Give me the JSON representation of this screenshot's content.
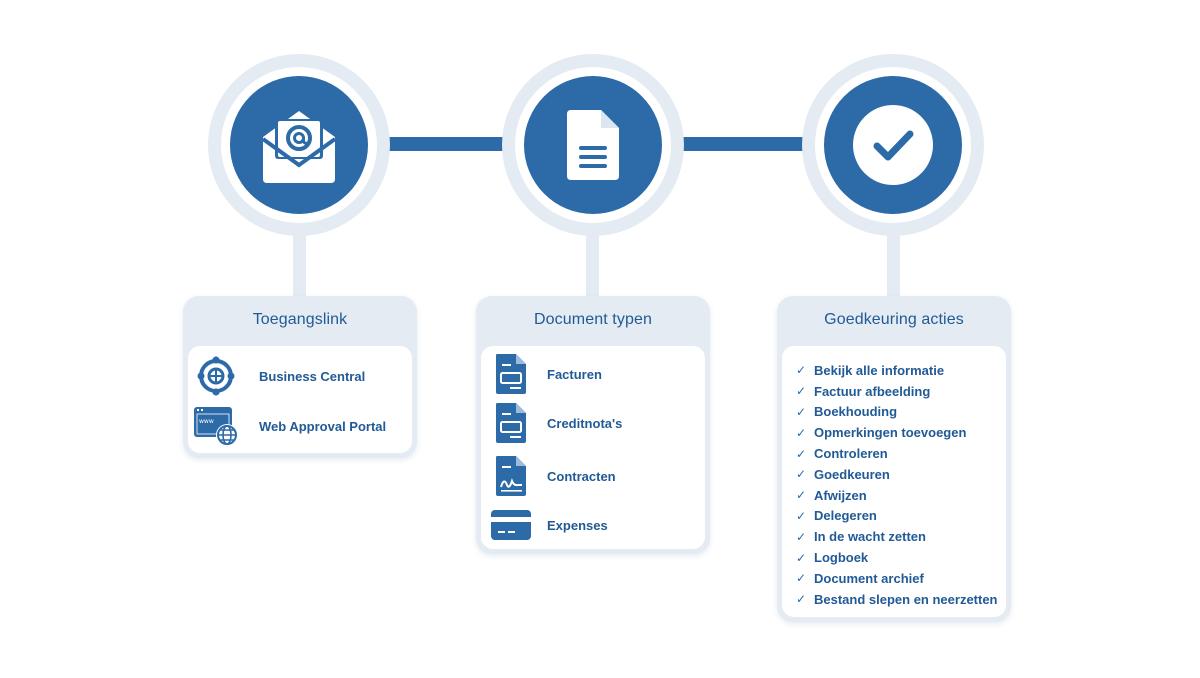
{
  "steps": [
    {
      "icon": "email-at-icon",
      "title": "Toegangslink",
      "items": [
        {
          "icon": "business-central-icon",
          "label": "Business Central"
        },
        {
          "icon": "web-portal-globe-icon",
          "label": "Web Approval Portal"
        }
      ]
    },
    {
      "icon": "document-icon",
      "title": "Document typen",
      "items": [
        {
          "icon": "invoice-document-icon",
          "label": "Facturen"
        },
        {
          "icon": "credit-note-document-icon",
          "label": "Creditnota's"
        },
        {
          "icon": "contract-document-icon",
          "label": "Contracten"
        },
        {
          "icon": "credit-card-icon",
          "label": "Expenses"
        }
      ]
    },
    {
      "icon": "checkmark-icon",
      "title": "Goedkeuring acties",
      "items": [
        "Bekijk alle informatie",
        "Factuur afbeelding",
        "Boekhouding",
        "Opmerkingen toevoegen",
        "Controleren",
        "Goedkeuren",
        "Afwijzen",
        "Delegeren",
        "In de wacht zetten",
        "Logboek",
        "Document archief",
        "Bestand slepen en neerzetten"
      ]
    }
  ],
  "check_glyph": "✓",
  "colors": {
    "primary": "#2c6aa8",
    "light": "#e4ebf3",
    "text": "#215a96"
  }
}
